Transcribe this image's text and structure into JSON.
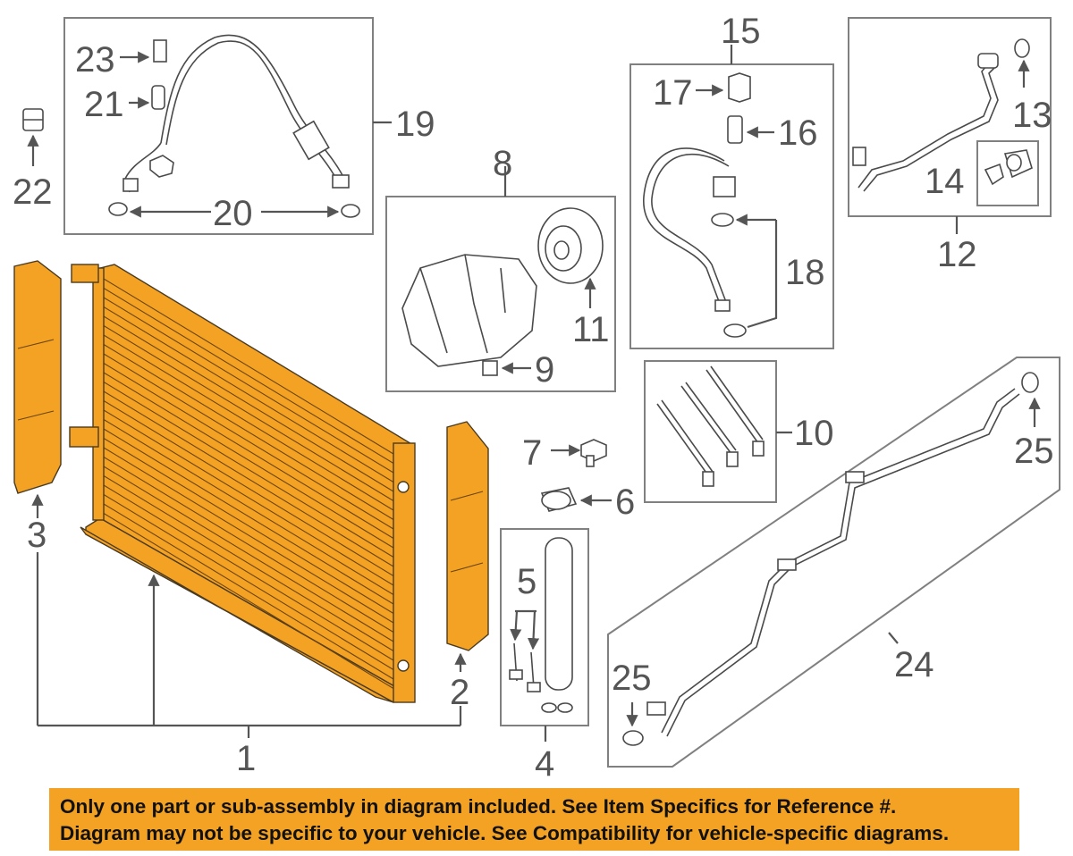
{
  "callouts": {
    "c1": "1",
    "c2": "2",
    "c3": "3",
    "c4": "4",
    "c5": "5",
    "c6": "6",
    "c7": "7",
    "c8": "8",
    "c9": "9",
    "c10": "10",
    "c11": "11",
    "c12": "12",
    "c13": "13",
    "c14": "14",
    "c15": "15",
    "c16": "16",
    "c17": "17",
    "c18": "18",
    "c19": "19",
    "c20": "20",
    "c21": "21",
    "c22": "22",
    "c23": "23",
    "c24": "24",
    "c25a": "25",
    "c25b": "25"
  },
  "banner": {
    "line1": "Only one part or sub-assembly in diagram included. See Item Specifics for Reference #.",
    "line2": "Diagram may not be specific to your vehicle. See Compatibility for vehicle-specific diagrams."
  },
  "colors": {
    "highlight": "#f4a224",
    "line": "#4a4a4a",
    "label": "#555555"
  }
}
